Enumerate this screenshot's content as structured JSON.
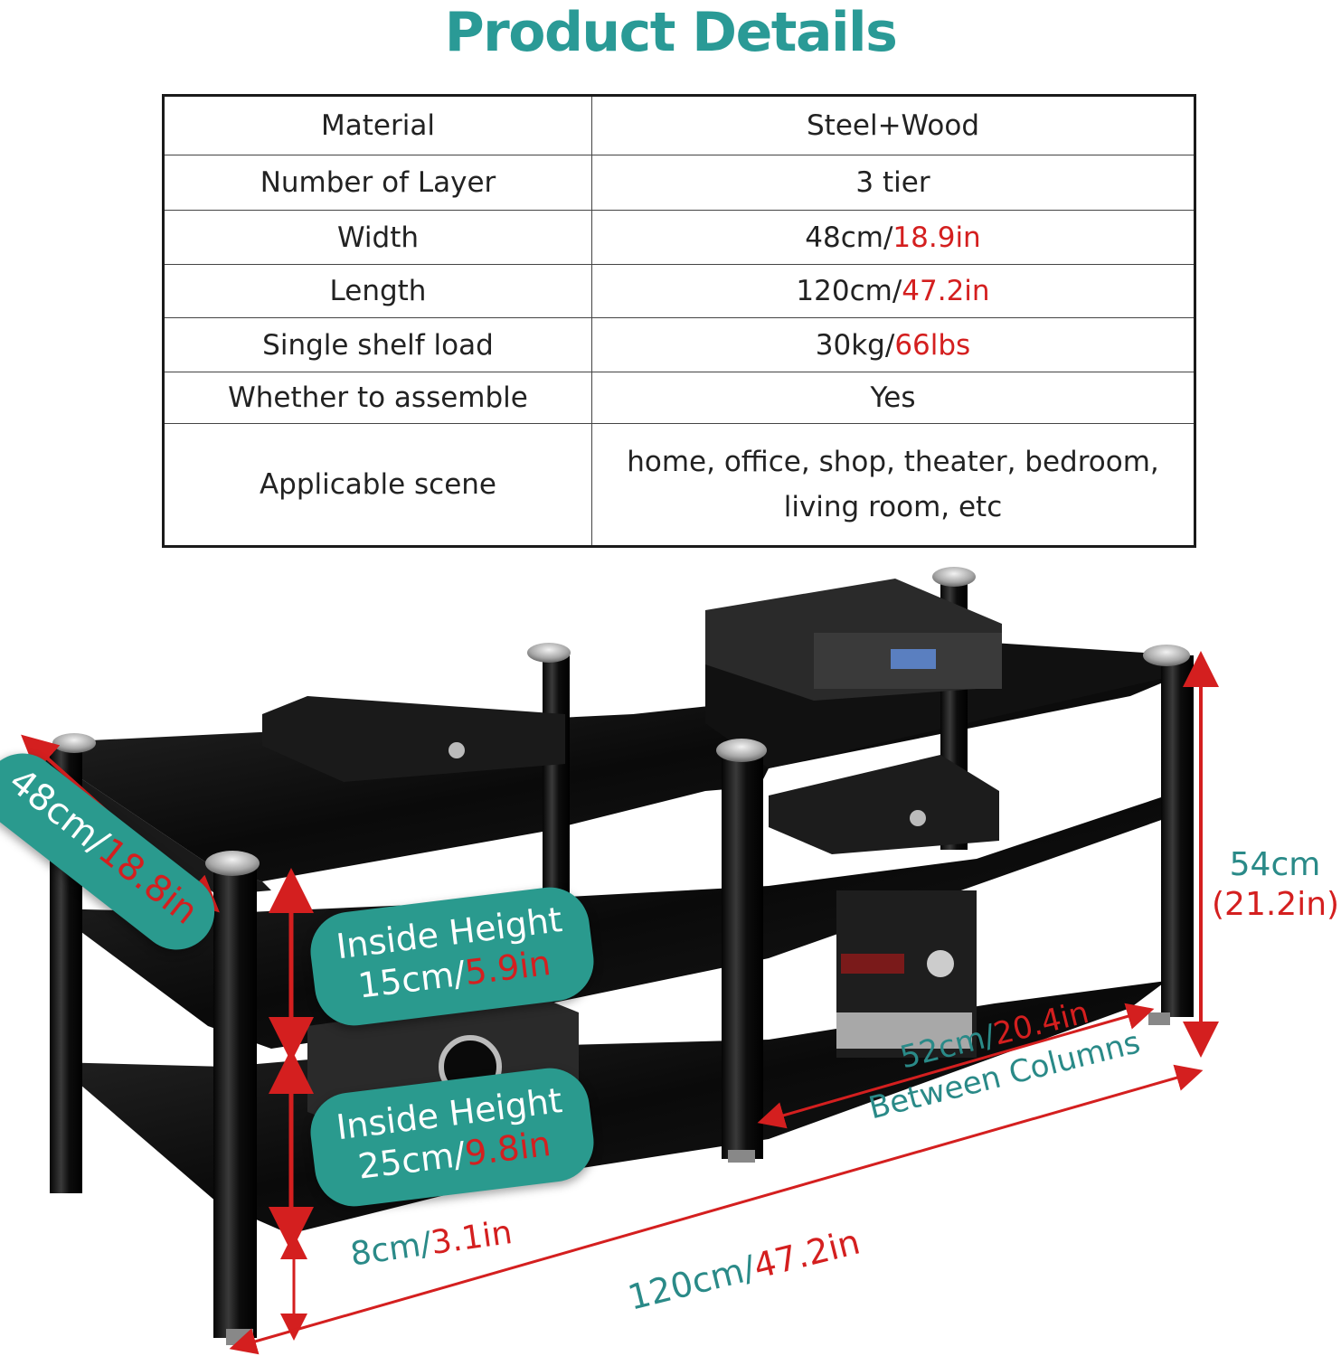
{
  "title": "Product Details",
  "specs": [
    {
      "label": "Material",
      "value": "Steel+Wood",
      "value_red": ""
    },
    {
      "label": "Number of Layer",
      "value": "3 tier",
      "value_red": ""
    },
    {
      "label": "Width",
      "value": "48cm/",
      "value_red": "18.9in"
    },
    {
      "label": "Length",
      "value": "120cm/",
      "value_red": "47.2in"
    },
    {
      "label": "Single shelf load",
      "value": "30kg/",
      "value_red": "66lbs"
    },
    {
      "label": "Whether to assemble",
      "value": "Yes",
      "value_red": ""
    },
    {
      "label": "Applicable scene",
      "value_line1": "home, office, shop, theater, bedroom,",
      "value_line2": "living room, etc"
    }
  ],
  "dimensions": {
    "depth": {
      "metric": "48cm/",
      "imperial": "18.8in"
    },
    "inside_height_top": {
      "label": "Inside Height",
      "metric": "15cm/",
      "imperial": "5.9in"
    },
    "inside_height_bottom": {
      "label": "Inside Height",
      "metric": "25cm/",
      "imperial": "9.8in"
    },
    "total_height": {
      "metric": "54cm",
      "imperial": "(21.2in)"
    },
    "between_columns": {
      "metric": "52cm/",
      "imperial": "20.4in",
      "label": "Between Columns"
    },
    "leg_height": {
      "metric": "8cm/",
      "imperial": "3.1in"
    },
    "total_length": {
      "metric": "120cm/",
      "imperial": "47.2in"
    }
  },
  "colors": {
    "accent": "#2a9a96",
    "highlight": "#d41f1f",
    "shelf": "#0c0c0c"
  }
}
